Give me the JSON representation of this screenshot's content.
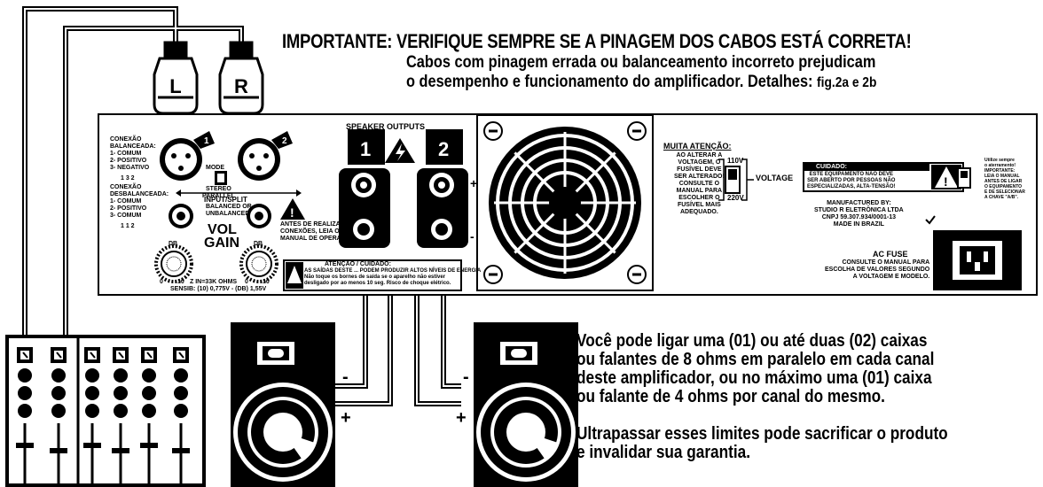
{
  "header": {
    "title": "IMPORTANTE: VERIFIQUE SEMPRE SE A PINAGEM DOS CABOS ESTÁ CORRETA!",
    "line1": "Cabos com pinagem errada ou balanceamento incorreto prejudicam",
    "line2": "o desempenho e funcionamento do amplificador. Detalhes:",
    "ref": "fig.2a e 2b"
  },
  "connectors": {
    "left": "L",
    "right": "R"
  },
  "panel": {
    "balanced": [
      "CONEXÃO",
      "BALANCEADA:",
      "1- COMUM",
      "2- POSITIVO",
      "3- NEGATIVO"
    ],
    "balanced_pins": "1  3  2",
    "unbalanced": [
      "CONEXÃO",
      "DESBALANCEADA:",
      "1- COMUM",
      "2- POSITIVO",
      "3- COMUM"
    ],
    "unbalanced_pins": "1  1  2",
    "ch1": "1",
    "ch2": "2",
    "mode": "MODE",
    "stereo": "STEREO",
    "parallel": "PARALLEL",
    "input_split": "INPUT/SPLIT",
    "balanced_or": "BALANCED OR",
    "unbalanced_label": "UNBALANCED",
    "vol": "VOL",
    "gain": "GAIN",
    "db": "DB",
    "knob_scale_left": "0",
    "knob_scale_right": "10",
    "z_in": "Z IN=33K OHMS",
    "sensib": "SENSIB: (10) 0,775V - (DB) 1,55V",
    "warn_small": [
      "ANTES DE REALIZAR",
      "CONEXÕES, LEIA O",
      "MANUAL DE OPERAÇÃO"
    ],
    "speaker_outputs": "SPEAKER OUTPUTS",
    "plus": "+",
    "minus": "-",
    "atencao_title": "ATENÇÃO / CUIDADO:",
    "atencao_text": [
      "AS SAÍDAS DESTE ... PODEM PRODUZIR ALTOS NÍVEIS DE ENERGIA",
      "Não toque os bornes de saída se o aparelho não estiver",
      "desligado por ao menos 10 seg. Risco de choque elétrico."
    ],
    "muita_atencao": "MUITA ATENÇÃO:",
    "muita_text": [
      "AO ALTERAR A",
      "VOLTAGEM, O",
      "FUSÍVEL DEVE",
      "SER ALTERADO!",
      "CONSULTE O",
      "MANUAL PARA",
      "ESCOLHER O",
      "FUSÍVEL MAIS",
      "ADEQUADO."
    ],
    "v110": "110V",
    "v220": "220V",
    "voltage": "VOLTAGE",
    "cuidado_title": "CUIDADO:",
    "cuidado_text": [
      "ESTE EQUIPAMENTO NÃO DEVE",
      "SER ABERTO POR PESSOAS NÃO",
      "ESPECIALIZADAS, ALTA-TENSÃO!"
    ],
    "manufactured": [
      "MANUFACTURED BY:",
      "STUDIO R ELETRÔNICA LTDA",
      "CNPJ 59.307.934/0001-13",
      "MADE IN BRAZIL"
    ],
    "side_note": [
      "Utilize sempre",
      "o aterramento!",
      "IMPORTANTE:",
      "LEIA O MANUAL",
      "ANTES DE LIGAR",
      "O EQUIPAMENTO",
      "E DE SELECIONAR",
      "A CHAVE \"A/B\"."
    ],
    "ac_fuse": "AC FUSE",
    "ac_fuse_text": [
      "CONSULTE O MANUAL PARA",
      "ESCOLHA DE VALORES SEGUNDO",
      "A VOLTAGEM E MODELO."
    ]
  },
  "speakers": {
    "left_minus": "-",
    "left_plus": "+",
    "right_minus": "-",
    "right_plus": "+"
  },
  "body_text": {
    "p1": [
      "Você pode ligar uma (01) ou até duas (02) caixas",
      "ou falantes de 8 ohms em paralelo em cada canal",
      "deste amplificador, ou no máximo uma (01) caixa",
      "ou falante de 4 ohms por canal do mesmo."
    ],
    "p2": [
      "Ultrapassar esses limites pode sacrificar o produto",
      "e invalidar sua garantia."
    ]
  }
}
